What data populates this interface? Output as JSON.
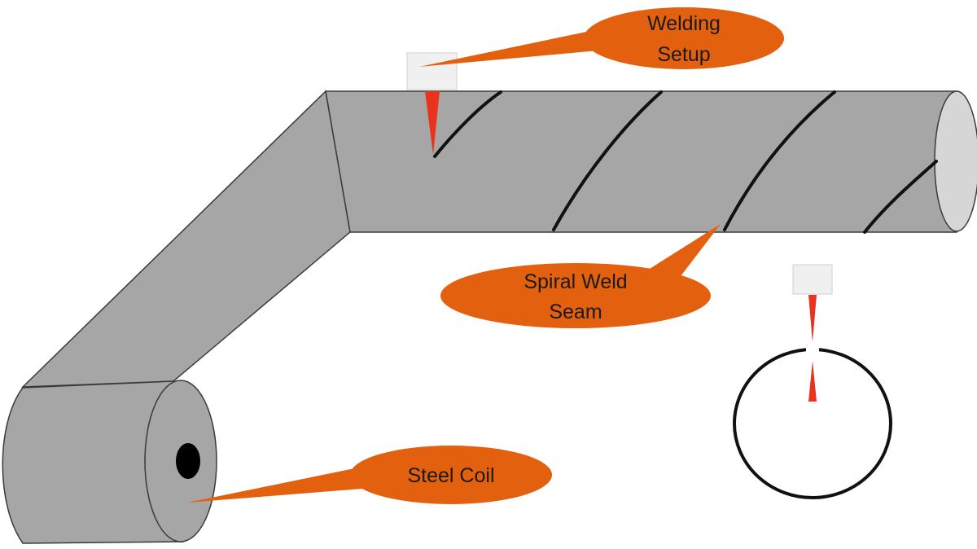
{
  "callouts": {
    "welding_setup": {
      "line1": "Welding",
      "line2": "Setup"
    },
    "spiral_weld_seam": {
      "line1": "Spiral Weld",
      "line2": "Seam"
    },
    "steel_coil": {
      "line1": "Steel Coil"
    }
  },
  "colors": {
    "steel": "#a6a6a6",
    "steel_end": "#d6d6d6",
    "outline": "#3a3a3a",
    "weld_seam": "#111111",
    "callout": "#e3600f",
    "torch_flame": "#e8331f",
    "torch_head": "#f0f0f0"
  }
}
